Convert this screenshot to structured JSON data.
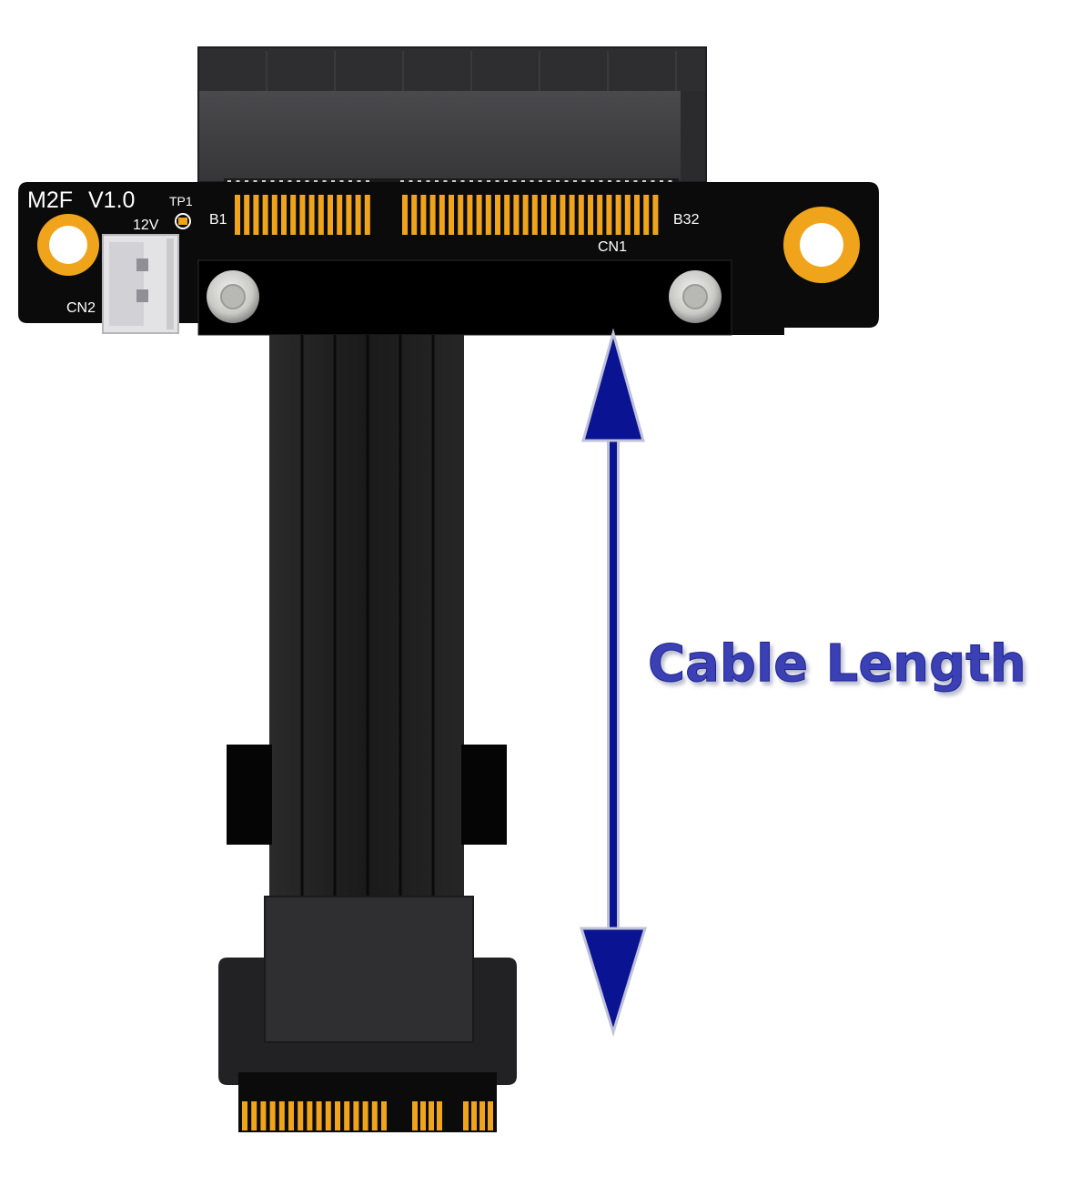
{
  "board": {
    "model": "M2F",
    "version": "V1.0",
    "testpoint": "TP1",
    "voltage": "12V",
    "pin_start": "B1",
    "pin_end": "B32",
    "slot_label": "CN1",
    "power_label": "CN2"
  },
  "callout": {
    "label": "Cable Length"
  },
  "colors": {
    "pcb": "#0b0b0b",
    "slot": "#3f3f42",
    "cable": "#1c1c1c",
    "gold": "#f0a41c",
    "arrow": "#0a1391",
    "callout_text": "#3a40b4"
  },
  "icons": [
    "double-arrow-icon",
    "mounting-hole-icon",
    "screw-icon"
  ]
}
